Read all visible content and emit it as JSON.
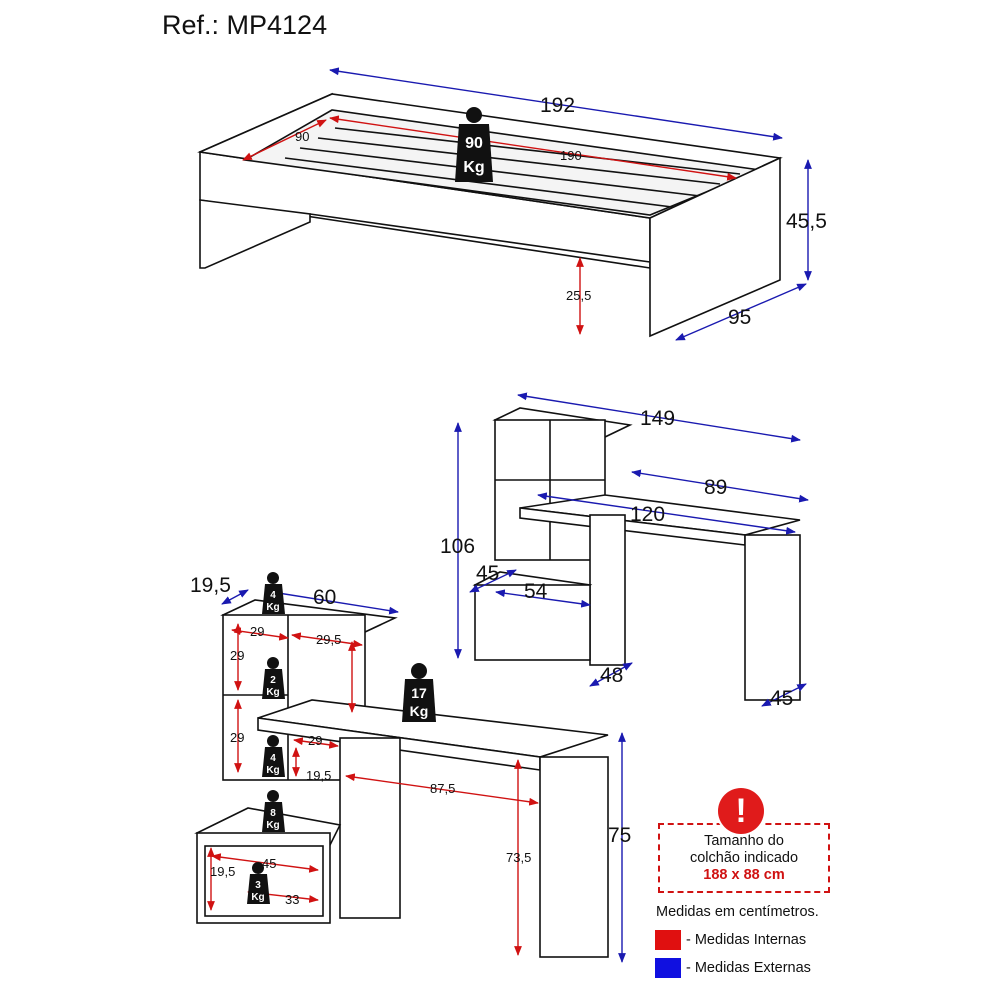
{
  "title": "Ref.: MP4124",
  "colors": {
    "internal": "#d01212",
    "external": "#1a1ab0",
    "line": "#111111"
  },
  "bed": {
    "external": {
      "length": "192",
      "height": "45,5",
      "width": "95"
    },
    "internal": {
      "length": "190",
      "width": "90",
      "clearance": "25,5"
    },
    "weight": {
      "value": "90",
      "unit": "Kg"
    }
  },
  "desk_top": {
    "external": {
      "width": "149",
      "top_depth": "89",
      "height": "106",
      "top_length": "120",
      "side": "45",
      "drawer_depth": "48",
      "leg_depth": "45"
    },
    "internal": {
      "drawer_width": "54"
    }
  },
  "desk_bottom": {
    "external": {
      "shelf_depth": "19,5",
      "shelf_width": "60",
      "height": "75"
    },
    "internal": {
      "c1": "29",
      "c2": "29,5",
      "c3": "29",
      "c4": "29",
      "c5": "29",
      "c6": "19,5",
      "leg_gap": "87,5",
      "knee": "73,5",
      "d1": "19,5",
      "d2": "45",
      "d3": "33"
    },
    "weights": [
      {
        "value": "4",
        "unit": "Kg"
      },
      {
        "value": "2",
        "unit": "Kg"
      },
      {
        "value": "4",
        "unit": "Kg"
      },
      {
        "value": "8",
        "unit": "Kg"
      },
      {
        "value": "3",
        "unit": "Kg"
      },
      {
        "value": "17",
        "unit": "Kg"
      }
    ]
  },
  "note": {
    "line1": "Tamanho do",
    "line2": "colchão indicado",
    "size": "188 x 88 cm"
  },
  "caption": "Medidas em centímetros.",
  "legend": {
    "internal": "- Medidas Internas",
    "external": "- Medidas Externas"
  },
  "icons": {
    "warning": "warning-icon",
    "weight": "weight-icon"
  }
}
